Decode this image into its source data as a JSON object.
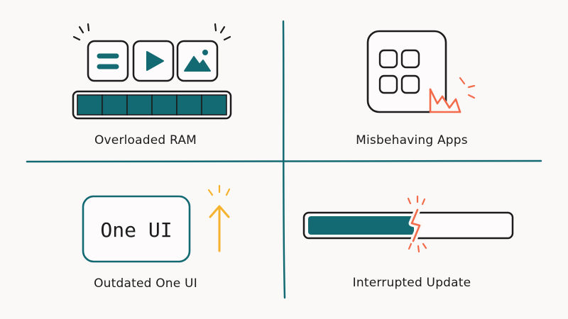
{
  "captions": {
    "ram": "Overloaded RAM",
    "apps": "Misbehaving Apps",
    "oneui": "Outdated One UI",
    "update": "Interrupted Update"
  },
  "oneui_box_label": "One UI",
  "ram_bar": {
    "filled_segments": 6,
    "total_segments": 6
  },
  "update_progress": 0.53,
  "colors": {
    "teal": "#136a73",
    "ink": "#1c1c1c",
    "alert": "#f36b4a",
    "arrow": "#f5b22c",
    "background": "#fbf8f8"
  },
  "icons": [
    "menu-lines-icon",
    "play-icon",
    "image-icon",
    "app-grid-icon",
    "lightning-crack-icon",
    "up-arrow-icon"
  ]
}
